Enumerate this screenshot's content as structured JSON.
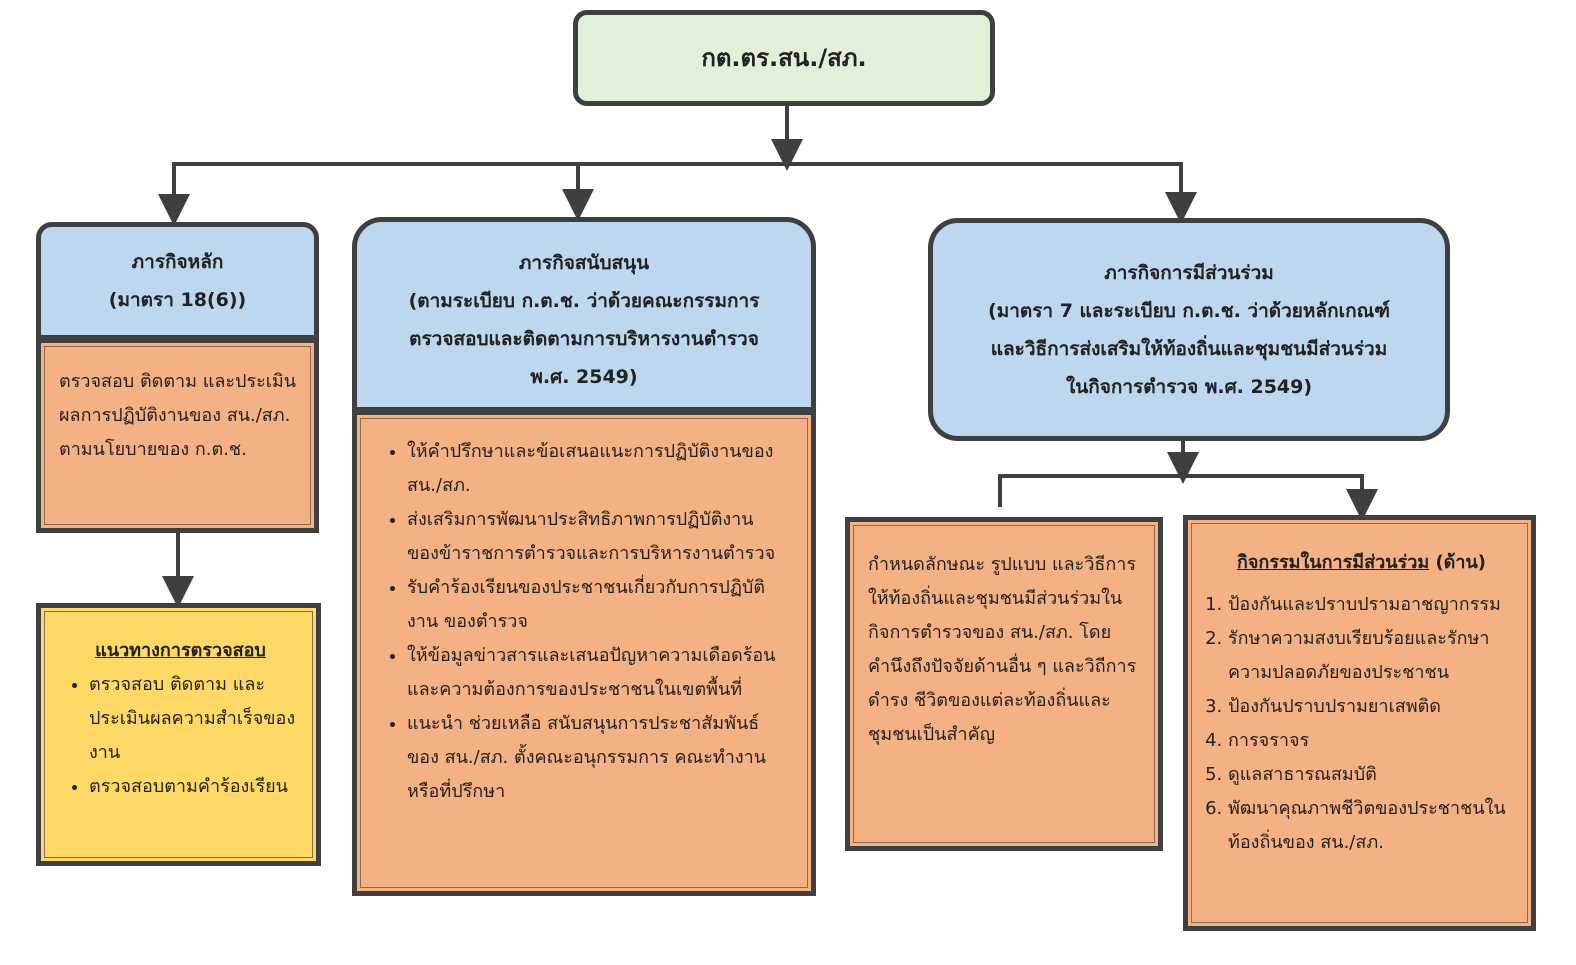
{
  "top": {
    "title": "กต.ตร.สน./สภ."
  },
  "main_mission": {
    "title": "ภารกิจหลัก",
    "subtitle": "(มาตรา 18(6))",
    "body": "ตรวจสอบ ติดตาม และประเมินผลการปฏิบัติงานของ สน./สภ.    ตามนโยบายของ ก.ต.ช.",
    "guideline": {
      "title": "แนวทางการตรวจสอบ",
      "items": [
        "ตรวจสอบ ติดตาม และประเมินผลความสำเร็จของงาน",
        "ตรวจสอบตามคำร้องเรียน"
      ]
    }
  },
  "support_mission": {
    "title": "ภารกิจสนับสนุน",
    "subtitle_lines": [
      "(ตามระเบียบ ก.ต.ช. ว่าด้วยคณะกรรมการ",
      "ตรวจสอบและติดตามการบริหารงานตำรวจ",
      "พ.ศ. 2549)"
    ],
    "items": [
      "ให้คำปรึกษาและข้อเสนอแนะการปฏิบัติงานของ สน./สภ.",
      "ส่งเสริมการพัฒนาประสิทธิภาพการปฏิบัติงานของข้าราชการตำรวจและการบริหารงานตำรวจ",
      "รับคำร้องเรียนของประชาชนเกี่ยวกับการปฏิบัติงาน ของตำรวจ",
      "ให้ข้อมูลข่าวสารและเสนอปัญหาความเดือดร้อนและความต้องการของประชาชนในเขตพื้นที่",
      "แนะนำ ช่วยเหลือ สนับสนุนการประชาสัมพันธ์ของ สน./สภ.    ตั้งคณะอนุกรรมการ คณะทำงาน หรือที่ปรึกษา"
    ]
  },
  "participation_mission": {
    "title": "ภารกิจการมีส่วนร่วม",
    "subtitle_lines": [
      "(มาตรา 7 และระเบียบ ก.ต.ช. ว่าด้วยหลักเกณฑ์",
      "และวิธีการส่งเสริมให้ท้องถิ่นและชุมชนมีส่วนร่วม",
      "ในกิจการตำรวจ พ.ศ. 2549)"
    ],
    "criteria": "กำหนดลักษณะ รูปแบบ และวิธีการให้ท้องถิ่นและชุมชนมีส่วนร่วมในกิจการตำรวจของ สน./สภ. โดยคำนึงถึงปัจจัยด้านอื่น ๆ และวิถีการดำรง ชีวิตของแต่ละท้องถิ่นและชุมชนเป็นสำคัญ",
    "activities": {
      "title": "กิจกรรมในการมีส่วนร่วม",
      "title_suffix": " (ด้าน)",
      "items": [
        "ป้องกันและปราบปรามอาชญากรรม",
        "รักษาความสงบเรียบร้อยและรักษาความปลอดภัยของประชาชน",
        "ป้องกันปราบปรามยาเสพติด",
        "การจราจร",
        "ดูแลสาธารณสมบัติ",
        "พัฒนาคุณภาพชีวิตของประชาชนในท้องถิ่นของ สน./สภ."
      ]
    }
  }
}
